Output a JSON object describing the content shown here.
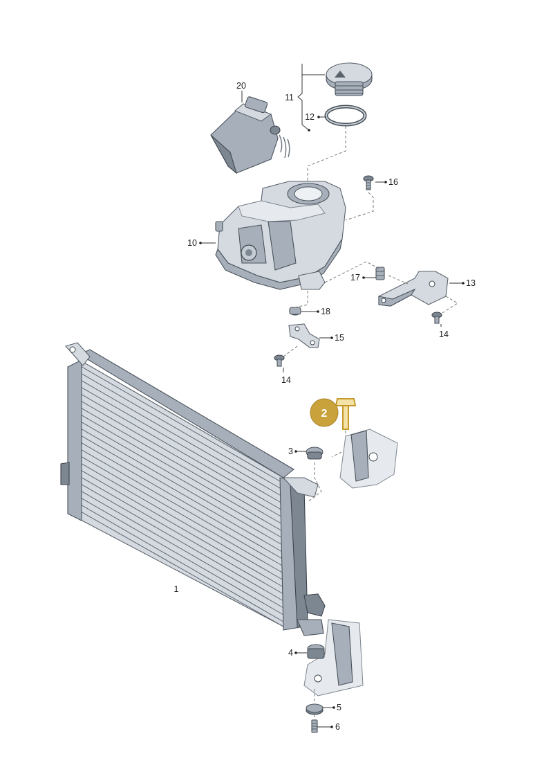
{
  "labels": {
    "l1": "1",
    "l2": "2",
    "l3": "3",
    "l4": "4",
    "l5": "5",
    "l6": "6",
    "l10": "10",
    "l11": "11",
    "l12": "12",
    "l13": "13",
    "l14a": "14",
    "l14b": "14",
    "l15": "15",
    "l16": "16",
    "l17": "17",
    "l18": "18",
    "l20": "20"
  },
  "highlight": {
    "color": "#c9a23c"
  }
}
